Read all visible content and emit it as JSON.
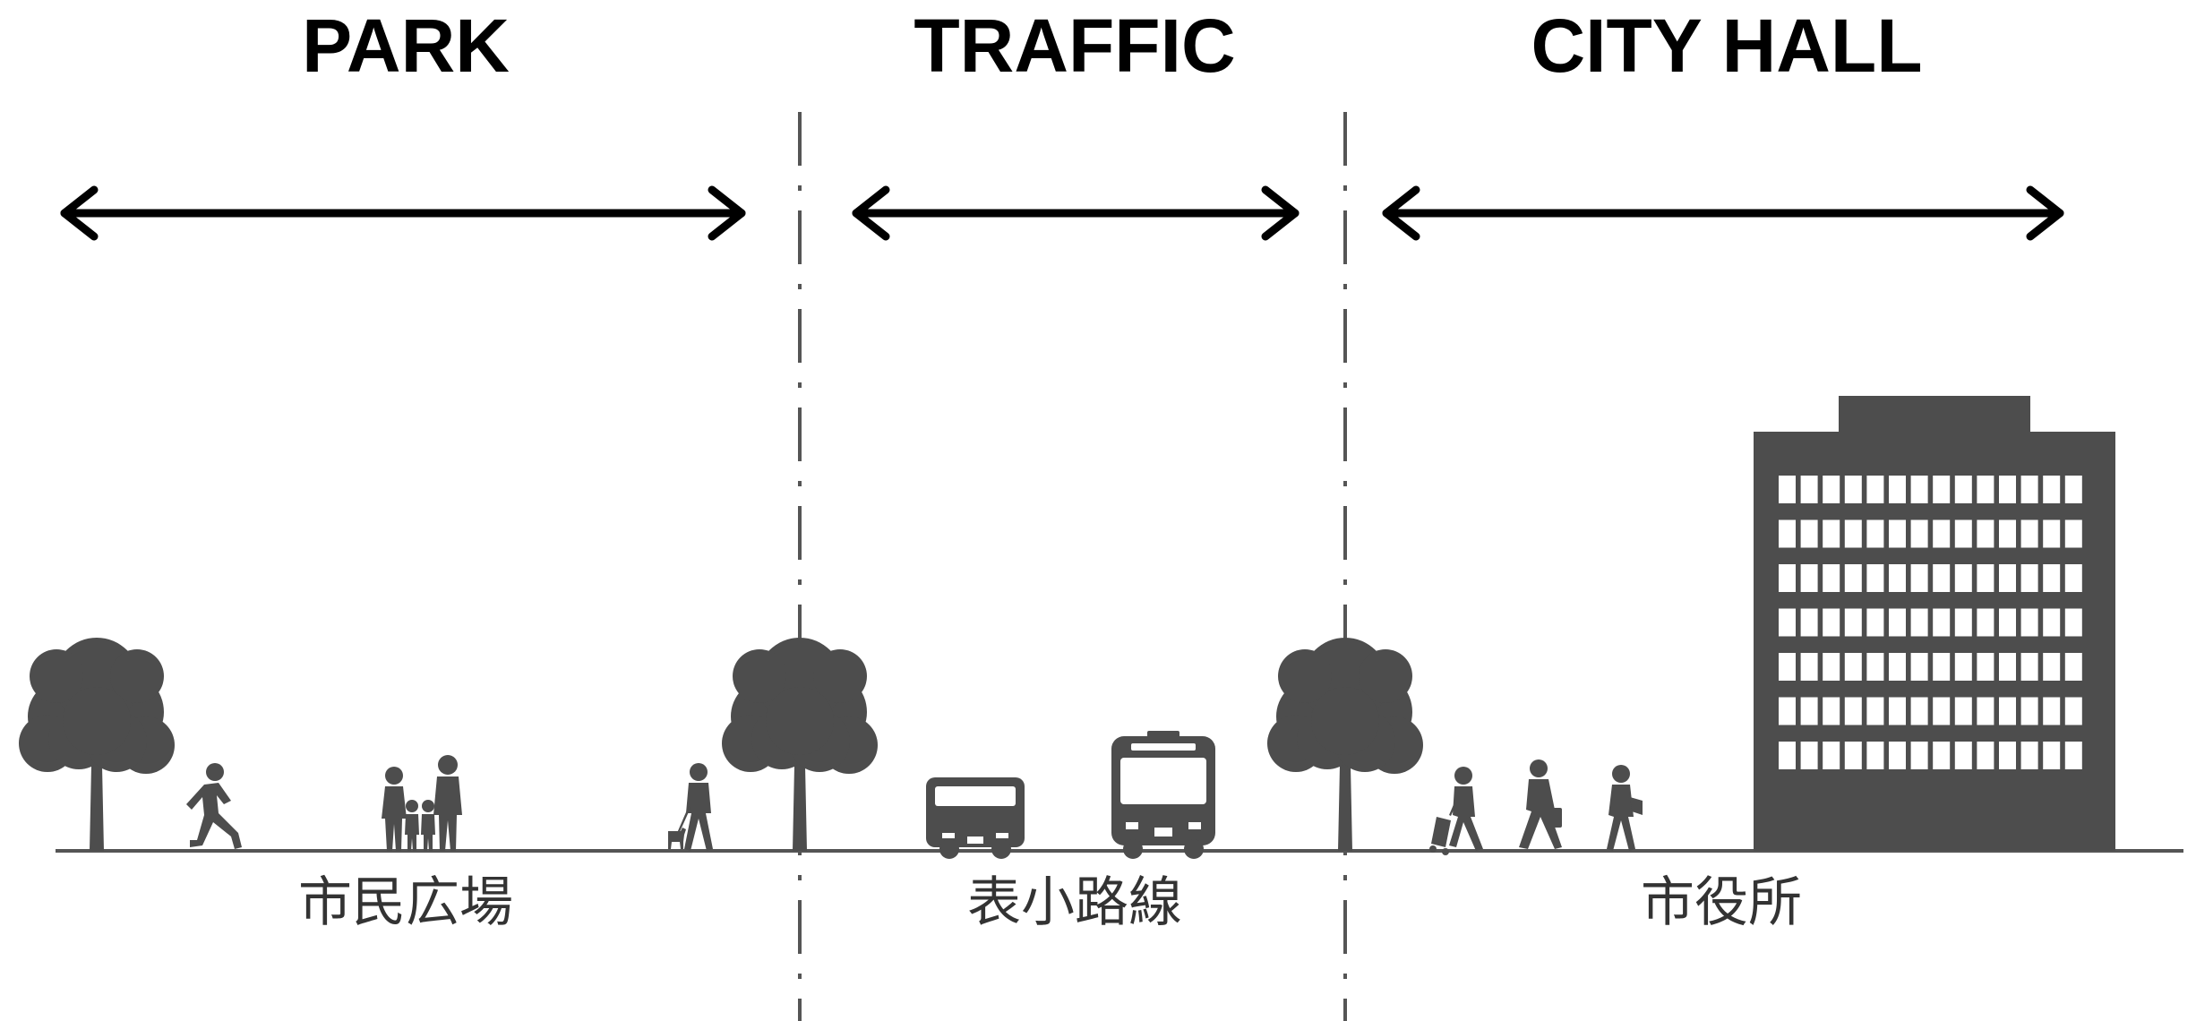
{
  "zones": [
    {
      "title": "PARK",
      "label": "市民広場"
    },
    {
      "title": "TRAFFIC",
      "label": "表小路線"
    },
    {
      "title": "CITY HALL",
      "label": "市役所"
    }
  ],
  "colors": {
    "silhouette": "#4d4d4d",
    "text": "#000000",
    "label_text": "#333333",
    "lines": "#555555",
    "background": "#ffffff"
  },
  "icons": [
    "tree-icon",
    "runner-icon",
    "family-icon",
    "dog-walker-icon",
    "bus-icon",
    "pedestrian-icon",
    "traveler-icon",
    "building-icon"
  ]
}
